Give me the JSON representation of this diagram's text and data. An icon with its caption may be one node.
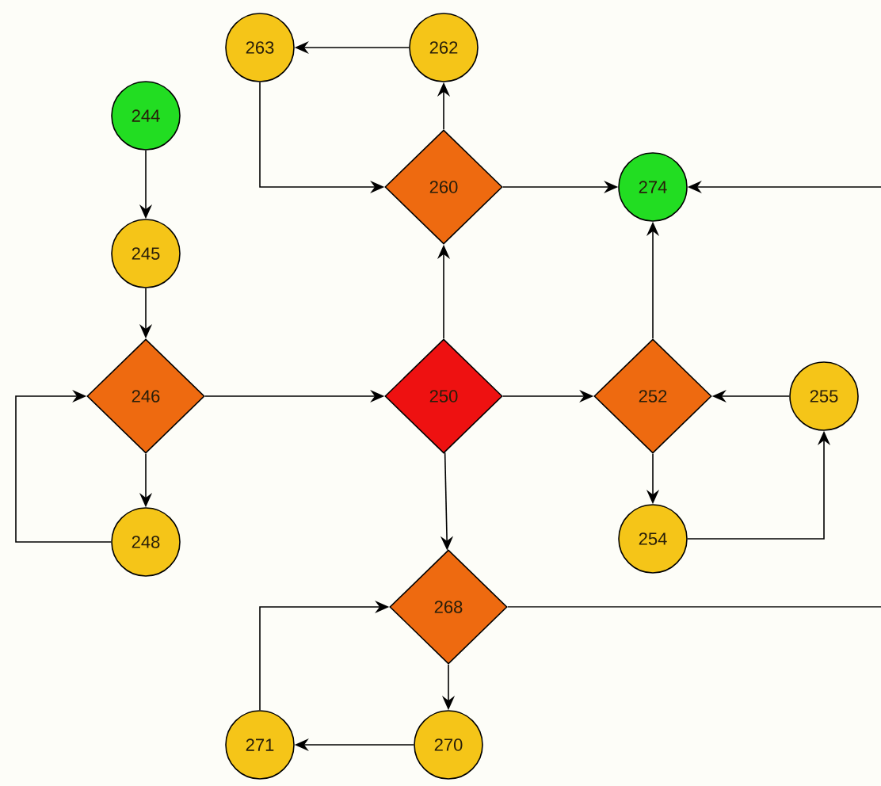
{
  "diagram": {
    "nodes": [
      {
        "text": [
          "244"
        ]
      },
      {
        "text": [
          "245"
        ]
      },
      {
        "text": [
          "246"
        ]
      },
      {
        "text": [
          "248"
        ]
      },
      {
        "text": [
          "263"
        ]
      },
      {
        "text": [
          "262"
        ]
      },
      {
        "text": [
          "260"
        ]
      },
      {
        "text": [
          "274"
        ]
      },
      {
        "text": [
          "250"
        ]
      },
      {
        "text": [
          "252"
        ]
      },
      {
        "text": [
          "255"
        ]
      },
      {
        "text": [
          "254"
        ]
      },
      {
        "text": [
          "268"
        ]
      },
      {
        "text": [
          "271"
        ]
      },
      {
        "text": [
          "270"
        ]
      }
    ],
    "edges": [
      {
        "from": 0,
        "to": 1,
        "arrow": "to"
      },
      {
        "from": 1,
        "to": 2,
        "arrow": "to"
      },
      {
        "from": 2,
        "to": 3,
        "arrow": "to"
      },
      {
        "from": 3,
        "to": 2,
        "arrow": "to"
      },
      {
        "from": 2,
        "to": 8,
        "arrow": "to"
      },
      {
        "from": 8,
        "to": 6,
        "arrow": "to"
      },
      {
        "from": 6,
        "to": 5,
        "arrow": "to"
      },
      {
        "from": 5,
        "to": 4,
        "arrow": "to"
      },
      {
        "from": 4,
        "to": 6,
        "arrow": "to"
      },
      {
        "from": 6,
        "to": 7,
        "arrow": "to"
      },
      {
        "from": null,
        "to": 7,
        "arrow": "to"
      },
      {
        "from": 8,
        "to": 9,
        "arrow": "to"
      },
      {
        "from": 9,
        "to": 7,
        "arrow": "to"
      },
      {
        "from": 10,
        "to": 9,
        "arrow": "to"
      },
      {
        "from": 9,
        "to": 11,
        "arrow": "to"
      },
      {
        "from": 11,
        "to": 10,
        "arrow": "to"
      },
      {
        "from": 8,
        "to": 12,
        "arrow": "to"
      },
      {
        "from": 12,
        "to": null,
        "arrow": "none"
      },
      {
        "from": 12,
        "to": 14,
        "arrow": "to"
      },
      {
        "from": 14,
        "to": 13,
        "arrow": "to"
      },
      {
        "from": 13,
        "to": 12,
        "arrow": "to"
      }
    ]
  }
}
